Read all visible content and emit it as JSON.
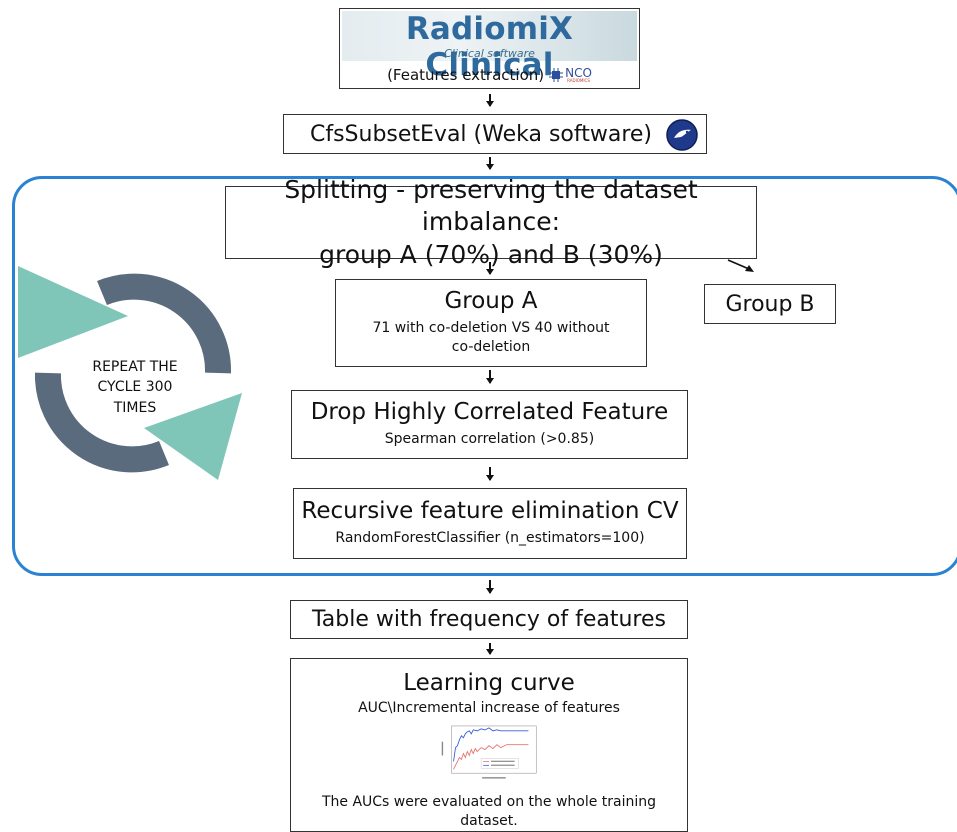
{
  "logo": {
    "title": "RadiomiX Clinical",
    "subtitle": "Clinical software",
    "caption": "(Features extraction)",
    "partner_logo_text": "NCO",
    "partner_logo_subtext": "RADIOMICS"
  },
  "cfs": {
    "label": "CfsSubsetEval (Weka software)"
  },
  "split": {
    "line1": "Splitting - preserving the dataset imbalance:",
    "line2": "group A (70%) and B (30%)"
  },
  "groupA": {
    "title": "Group A",
    "detail_line1": "71 with co-deletion VS 40 without",
    "detail_line2": "co-deletion"
  },
  "groupB": {
    "title": "Group B"
  },
  "cycle": {
    "line1": "REPEAT THE",
    "line2": "CYCLE 300",
    "line3": "TIMES"
  },
  "drop": {
    "title": "Drop Highly Correlated Feature",
    "detail": "Spearman correlation (>0.85)"
  },
  "rfe": {
    "title": "Recursive feature elimination CV",
    "detail": "RandomForestClassifier (n_estimators=100)"
  },
  "table": {
    "label": "Table with frequency of features"
  },
  "learning_curve": {
    "title": "Learning curve",
    "subtitle": "AUC\\Incremental increase of features",
    "note_line1": "The AUCs were evaluated on the whole training",
    "note_line2": "dataset."
  },
  "colors": {
    "cycle_border": "#2a82d1",
    "cycle_arrow_body": "#5b6b7e",
    "cycle_arrow_head": "#7fc6b9",
    "logo_title": "#2e6a9d"
  }
}
